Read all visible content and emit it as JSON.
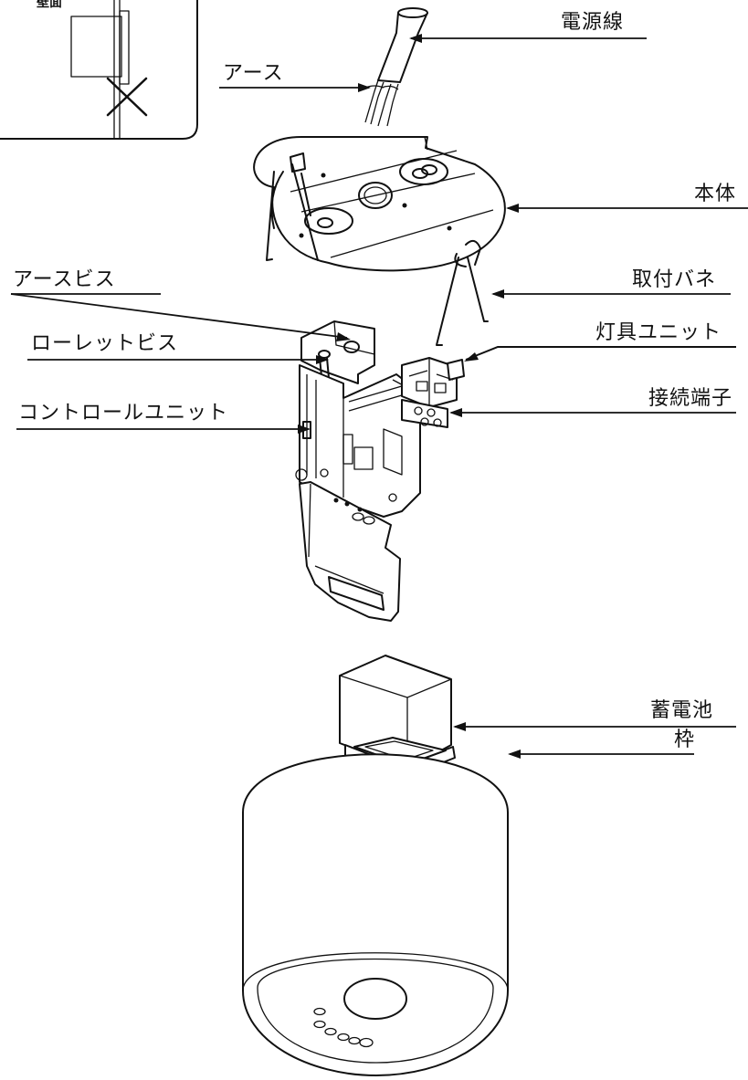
{
  "labels": {
    "power_cable": "電源線",
    "earth": "アース",
    "body": "本体",
    "earth_screw": "アースビス",
    "mounting_spring": "取付バネ",
    "knurled_screw": "ローレットビス",
    "lamp_unit": "灯具ユニット",
    "control_unit": "コントロールユニット",
    "terminal_block": "接続端子",
    "battery": "蓄電池",
    "frame": "枠",
    "wall_surface": "壁面"
  }
}
